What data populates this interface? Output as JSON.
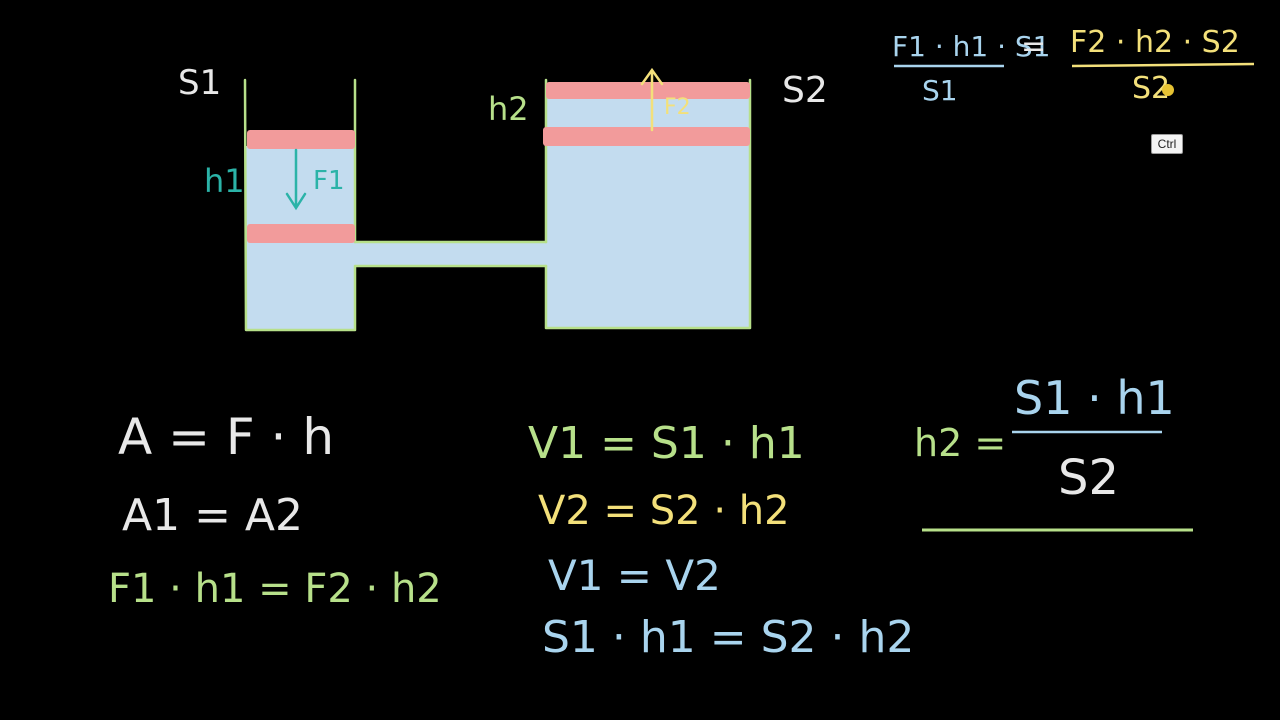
{
  "diagram": {
    "label_s1": "S1",
    "label_s2": "S2",
    "label_h1": "h1",
    "label_h2": "h2",
    "label_f1": "F1",
    "label_f2": "F2"
  },
  "formulas": {
    "top_left_numerator": "F1 · h1 · S1",
    "top_left_denominator": "S1",
    "top_equals": "=",
    "top_right_numerator": "F2 · h2 · S2",
    "top_right_denominator": "S2",
    "work": "A = F · h",
    "work_equal": "A1 = A2",
    "force_height": "F1 · h1 = F2 · h2",
    "volume1": "V1 = S1 · h1",
    "volume2": "V2 = S2 · h2",
    "volume_equal": "V1 = V2",
    "area_height": "S1 · h1 = S2 · h2",
    "h2_lhs": "h2 =",
    "h2_numerator": "S1 · h1",
    "h2_denominator": "S2"
  },
  "overlay": {
    "keyboard_hint": "Ctrl"
  },
  "colors": {
    "white": "#e8e8e8",
    "green": "#b7e08a",
    "blue_fluid": "#c3dcef",
    "piston_red": "#f29b9b",
    "teal": "#2bb3a8",
    "yellow": "#f3e07a",
    "light_blue_text": "#a9d4ee"
  }
}
